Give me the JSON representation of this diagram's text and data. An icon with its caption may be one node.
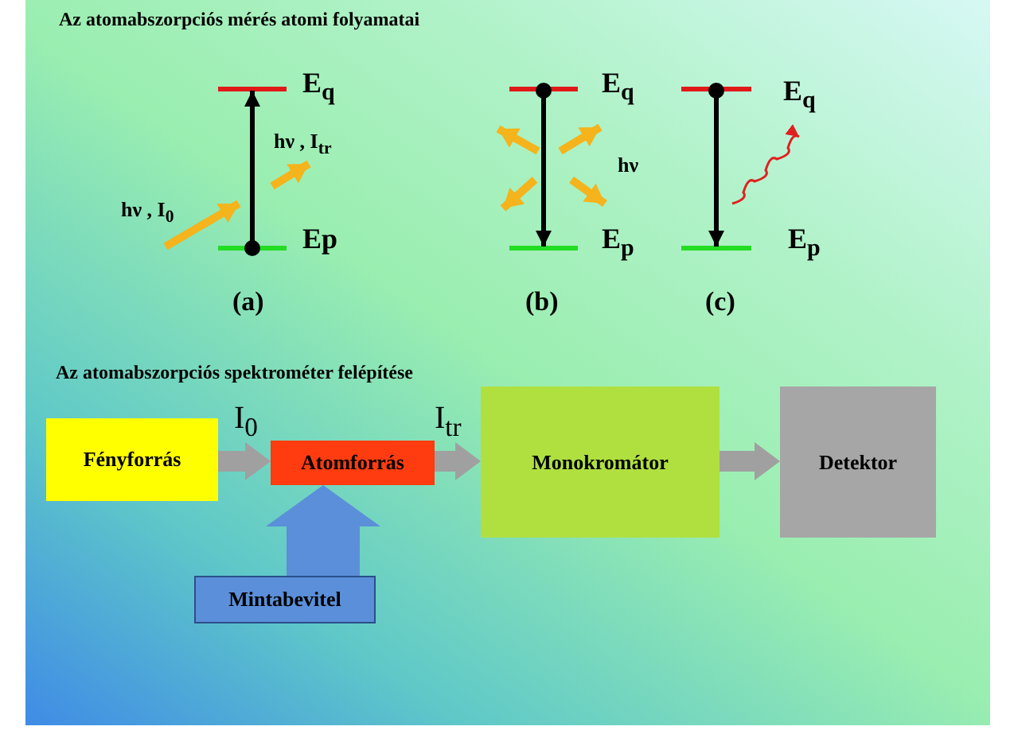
{
  "diagram": {
    "title": "Az atomabszorpciós mérés atomi folyamatai",
    "nodes": [
      {
        "text": [
          "Fényforrás"
        ]
      },
      {
        "text": [
          "Atomforrás"
        ]
      },
      {
        "text": [
          "Monokromátor"
        ]
      },
      {
        "text": [
          "Detektor"
        ]
      },
      {
        "text": [
          "Mintabevitel"
        ]
      }
    ],
    "edges": [
      {
        "from": 0,
        "to": 1,
        "arrow": "to",
        "label": "I$_{0}$"
      },
      {
        "from": 1,
        "to": 2,
        "arrow": "to",
        "label": "I$_{tr}$"
      },
      {
        "from": 2,
        "to": 3,
        "arrow": "to"
      },
      {
        "from": 4,
        "to": 1,
        "arrow": "to",
        "style": "thick",
        "color": "#5b8fd9"
      }
    ],
    "labels": [
      "E$_{q}$",
      "E$_{q}$",
      "E$_{q}$",
      "hν , I$_{tr}$",
      "hν",
      "hν , I$_{0}$",
      "Ep",
      "E$_{p}$",
      "E$_{p}$",
      "(a)",
      "(b)",
      "(c)",
      "Az  atomabszorpciós spektrométer felépítése"
    ]
  }
}
